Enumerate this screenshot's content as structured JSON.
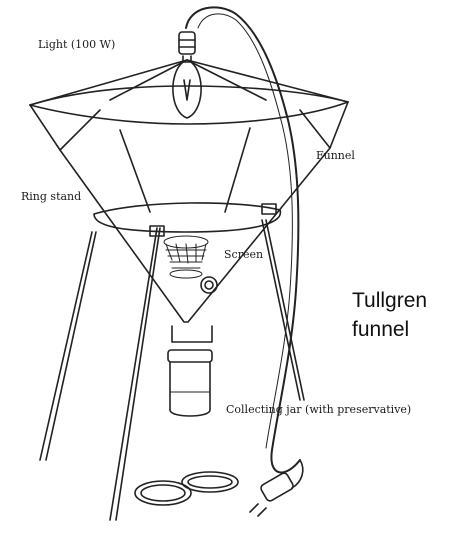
{
  "labels": {
    "light": "Light (100 W)",
    "funnel": "Funnel",
    "ring_stand": "Ring stand",
    "screen": "Screen",
    "collecting_jar": "Collecting jar (with preservative)"
  },
  "title": {
    "line1": "Tullgren",
    "line2": "funnel"
  }
}
